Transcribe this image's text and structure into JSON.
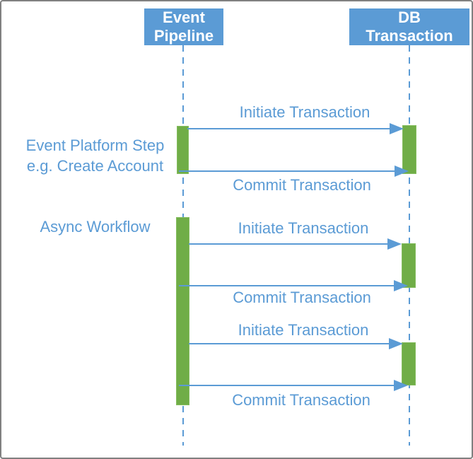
{
  "colors": {
    "accent_blue": "#5B9BD5",
    "accent_green": "#70AD47",
    "border_gray": "#808080",
    "header_text": "#FFFFFF"
  },
  "actors": {
    "event_pipeline": {
      "line1": "Event",
      "line2": "Pipeline"
    },
    "db_transaction": {
      "line1": "DB",
      "line2": "Transaction"
    }
  },
  "side_labels": {
    "event_platform_step": {
      "line1": "Event Platform Step",
      "line2": "e.g. Create Account"
    },
    "async_workflow": "Async Workflow"
  },
  "messages": {
    "initiate_1": "Initiate Transaction",
    "commit_1": "Commit Transaction",
    "initiate_2": "Initiate Transaction",
    "commit_2": "Commit Transaction",
    "initiate_3": "Initiate Transaction",
    "commit_3": "Commit Transaction"
  }
}
